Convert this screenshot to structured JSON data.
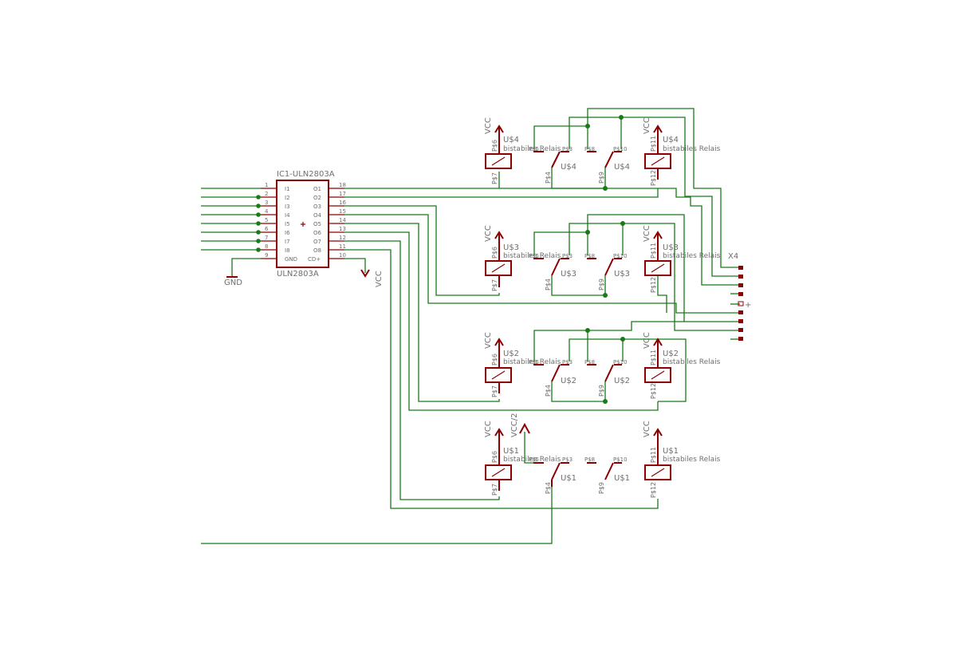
{
  "ic": {
    "name": "IC1-ULN2803A",
    "value": "ULN2803A",
    "left_pin_numbers": [
      "1",
      "2",
      "3",
      "4",
      "5",
      "6",
      "7",
      "8",
      "9"
    ],
    "left_pin_names": [
      "I1",
      "I2",
      "I3",
      "I4",
      "I5",
      "I6",
      "I7",
      "I8",
      "GND"
    ],
    "right_pin_numbers": [
      "18",
      "17",
      "16",
      "15",
      "14",
      "13",
      "12",
      "11",
      "10"
    ],
    "right_pin_names": [
      "O1",
      "O2",
      "O3",
      "O4",
      "O5",
      "O6",
      "O7",
      "O8",
      "CD+"
    ]
  },
  "power": {
    "gnd": "GND",
    "vcc": "VCC",
    "vcc2": "VCC/2"
  },
  "relays": [
    {
      "name": "U$4",
      "type": "bistabiles Relais"
    },
    {
      "name": "U$3",
      "type": "bistabiles Relais"
    },
    {
      "name": "U$2",
      "type": "bistabiles Relais"
    },
    {
      "name": "U$1",
      "type": "bistabiles Relais"
    }
  ],
  "relay_pins": {
    "p6": "P$6",
    "p7": "P$7",
    "p5": "P$5",
    "p3": "P$3",
    "p4": "P$4",
    "p8": "P$8",
    "p10": "P$10",
    "p9": "P$9",
    "p11": "P$11",
    "p12": "P$12"
  },
  "connector": {
    "name": "X4",
    "plus": "+"
  }
}
